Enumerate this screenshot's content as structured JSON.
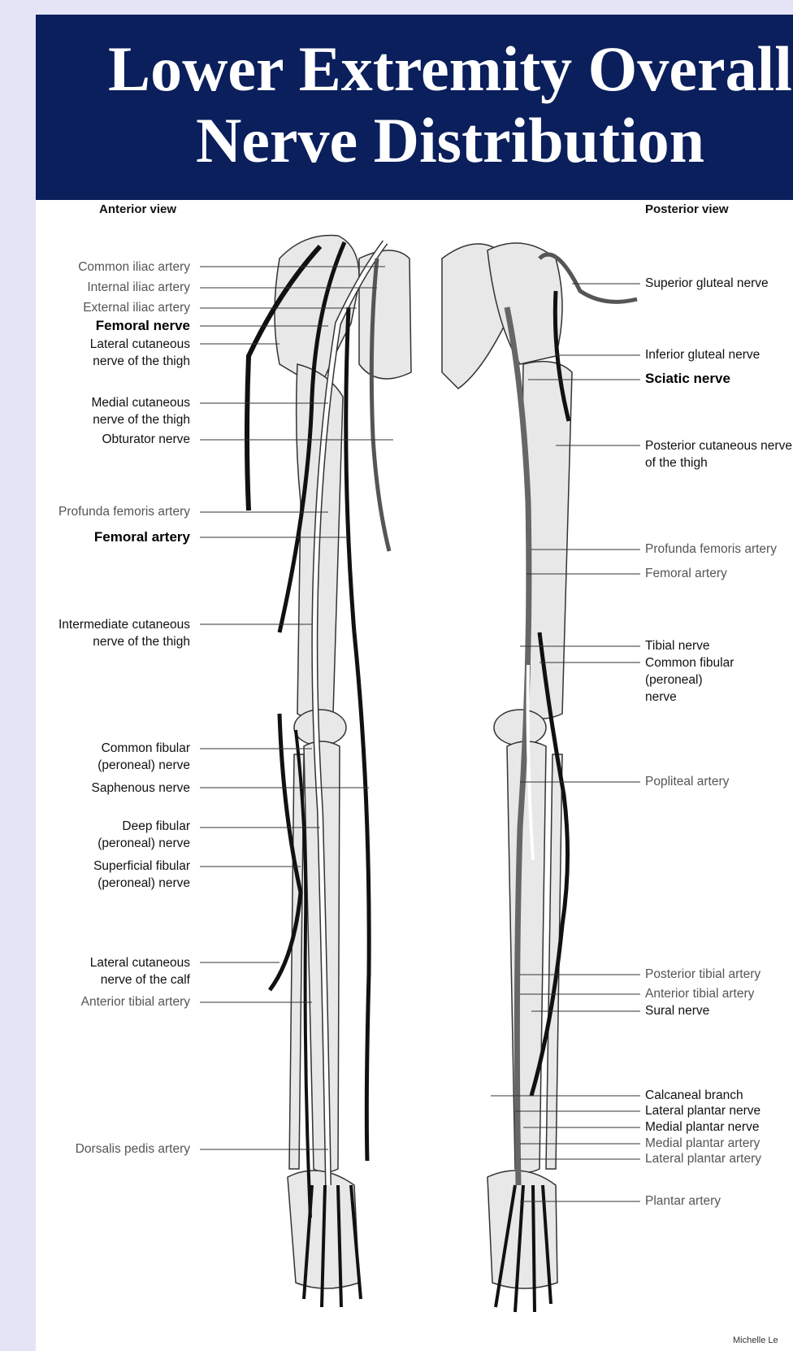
{
  "title": {
    "line1": "Lower Extremity Overall",
    "line2": "Nerve Distribution"
  },
  "anterior": {
    "heading": "Anterior view",
    "labels": [
      "Common iliac artery",
      "Internal iliac artery",
      "External iliac artery",
      "Femoral nerve",
      "Lateral cutaneous\nnerve of the thigh",
      "Medial cutaneous\nnerve of the thigh",
      "Obturator nerve",
      "Profunda femoris artery",
      "Femoral artery",
      "Intermediate cutaneous\nnerve of the thigh",
      "Common fibular\n(peroneal) nerve",
      "Saphenous nerve",
      "Deep fibular\n(peroneal) nerve",
      "Superficial fibular\n(peroneal) nerve",
      "Lateral cutaneous\nnerve of the calf",
      "Anterior tibial artery",
      "Dorsalis pedis artery"
    ]
  },
  "posterior": {
    "heading": "Posterior view",
    "labels": [
      "Superior gluteal nerve",
      "Inferior gluteal nerve",
      "Sciatic nerve",
      "Posterior cutaneous nerve\nof the thigh",
      "Profunda femoris artery",
      "Femoral artery",
      "Tibial nerve",
      "Common fibular (peroneal)\nnerve",
      "Popliteal artery",
      "Posterior tibial artery",
      "Anterior tibial artery",
      "Sural nerve",
      "Calcaneal branch",
      "Lateral plantar nerve",
      "Medial plantar nerve",
      "Medial plantar artery",
      "Lateral plantar artery",
      "Plantar artery"
    ]
  },
  "credit": "Michelle Le",
  "colors": {
    "banner": "#0a1f5c",
    "background": "#e4e4f6",
    "nerve": "#111111",
    "branch_nerve": "#666666",
    "artery": "#ffffff",
    "bone": "#e8e8e8"
  }
}
